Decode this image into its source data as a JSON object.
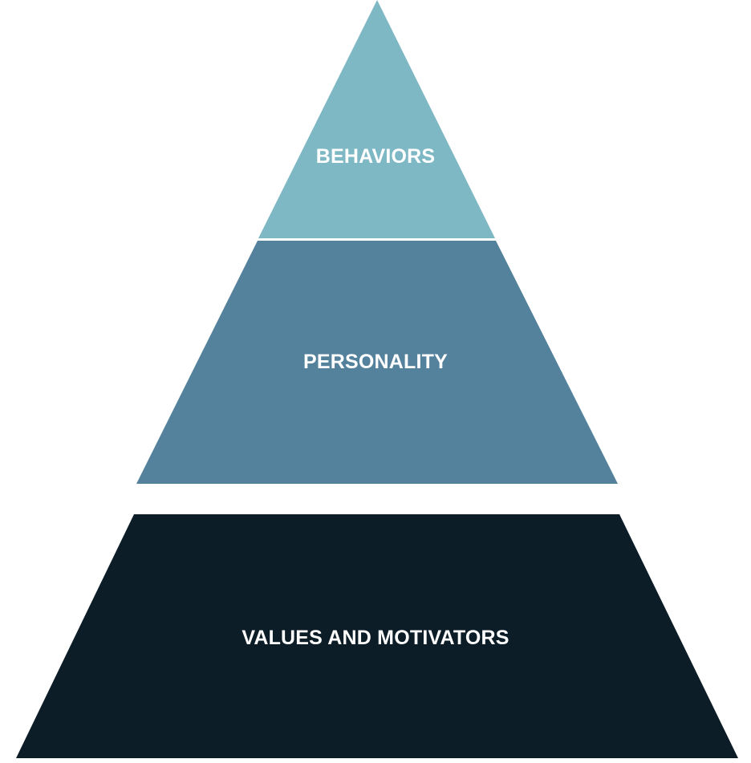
{
  "pyramid": {
    "tiers": [
      {
        "label": "BEHAVIORS",
        "color": "#7eb8c4"
      },
      {
        "label": "PERSONALITY",
        "color": "#54829c"
      },
      {
        "label": "VALUES AND MOTIVATORS",
        "color": "#0c1d27"
      }
    ]
  }
}
